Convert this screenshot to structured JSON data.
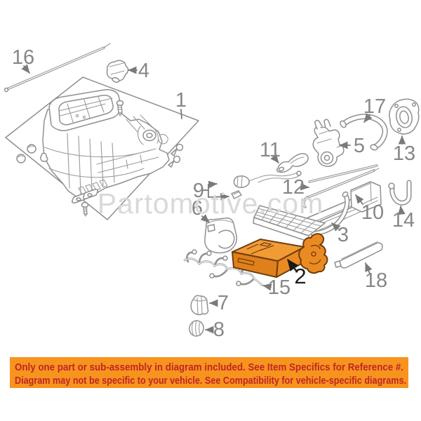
{
  "watermark": {
    "text": "Partomotive.com"
  },
  "diagram": {
    "parts": [
      {
        "num": "1"
      },
      {
        "num": "2"
      },
      {
        "num": "3"
      },
      {
        "num": "4"
      },
      {
        "num": "5"
      },
      {
        "num": "6"
      },
      {
        "num": "7"
      },
      {
        "num": "8"
      },
      {
        "num": "9"
      },
      {
        "num": "10"
      },
      {
        "num": "11"
      },
      {
        "num": "12"
      },
      {
        "num": "13"
      },
      {
        "num": "14"
      },
      {
        "num": "15"
      },
      {
        "num": "16"
      },
      {
        "num": "17"
      },
      {
        "num": "18"
      }
    ]
  },
  "banner": {
    "line1": "Only one part or sub-assembly in diagram included. See Item Specifics for Reference #.",
    "line2": "Diagram may not be specific to your vehicle. See Compatibility for vehicle-specific diagrams."
  },
  "colors": {
    "line": "#8f8f8f",
    "label": "#878787",
    "label_dark": "#1c1c1c",
    "watermark": "#d9d9d9",
    "highlight_top": "#f29b35",
    "highlight_front": "#e0801a",
    "highlight_side": "#ea8a22",
    "highlight_outline": "#6e3d0e",
    "banner_bg": "#f7941e",
    "banner_text": "#bf2626"
  }
}
